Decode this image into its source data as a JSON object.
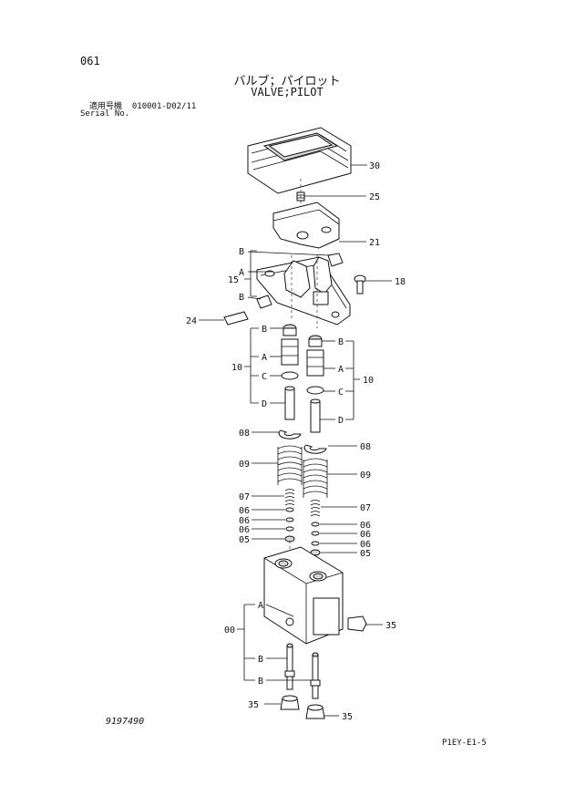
{
  "header": {
    "page_no": "061",
    "title_jp": "バルブ；パイロット",
    "title_en": "VALVE;PILOT",
    "serial_label_jp": "適用号機",
    "serial_value": "010001-D02/11",
    "serial_label_en": "Serial No."
  },
  "callouts": {
    "p30": "30",
    "p25": "25",
    "p21": "21",
    "p18": "18",
    "p15": "15",
    "p24": "24",
    "p10": "10",
    "p08": "08",
    "p09": "09",
    "p07": "07",
    "p06": "06",
    "p05": "05",
    "p00": "00",
    "p35": "35",
    "A": "A",
    "B": "B",
    "C": "C",
    "D": "D"
  },
  "footer": {
    "doc_code": "9197490",
    "ref_code": "P1EY-E1-5"
  }
}
